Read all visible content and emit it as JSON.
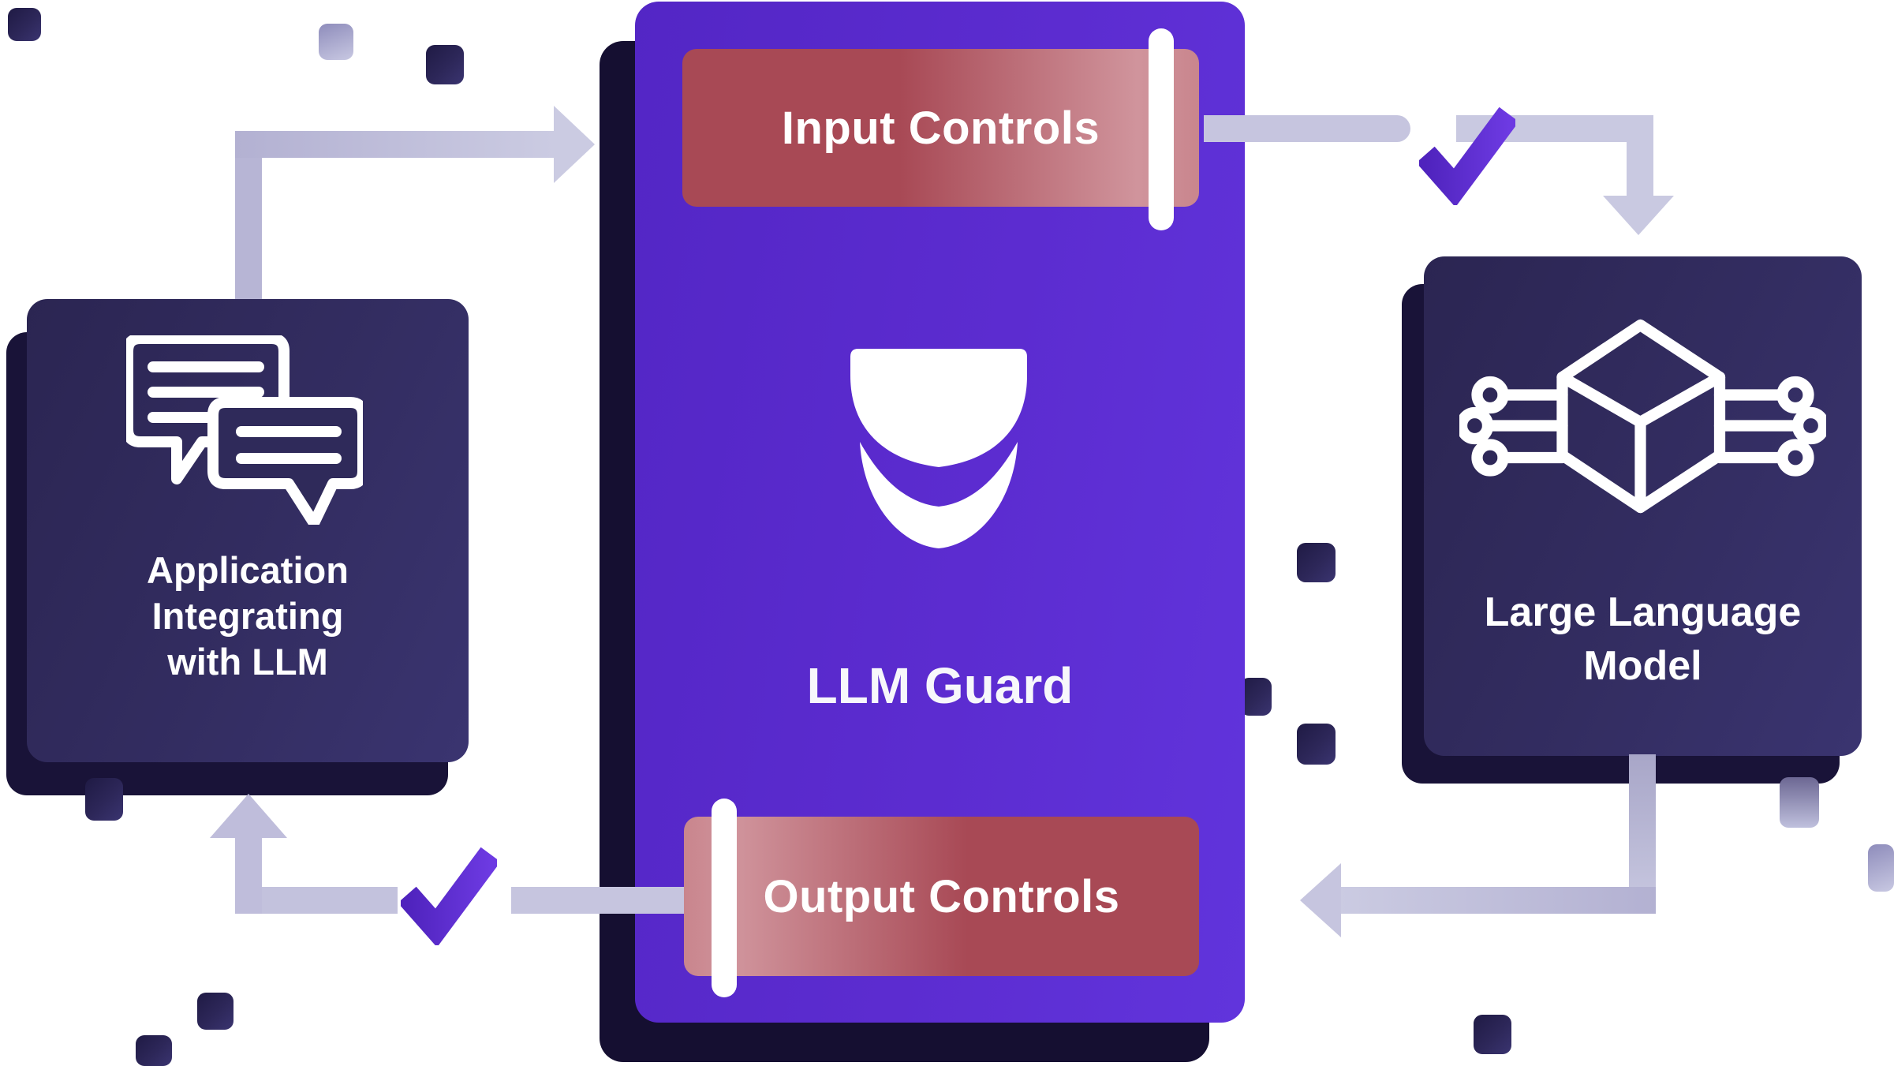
{
  "app_box": {
    "lines": [
      "Application",
      "Integrating",
      "with LLM"
    ],
    "icon": "chat-bubbles-icon"
  },
  "guard_box": {
    "title": "LLM Guard",
    "icon": "guard-mask-icon",
    "input_banner_label": "Input Controls",
    "output_banner_label": "Output Controls"
  },
  "llm_box": {
    "lines": [
      "Large Language",
      "Model"
    ],
    "icon": "ai-cube-icon"
  },
  "flow": {
    "input_check": "checkmark-icon",
    "output_check": "checkmark-icon"
  },
  "colors": {
    "guard_purple": "#5c2cd0",
    "box_navy": "#2f2a5a",
    "shadow_navy": "#191338",
    "banner_red": "#a84955",
    "banner_red_light": "#d0949c",
    "arrow_lavender": "#c3c2dd",
    "checkmark_purple": "#5627c4",
    "text_white": "#ffffff"
  }
}
